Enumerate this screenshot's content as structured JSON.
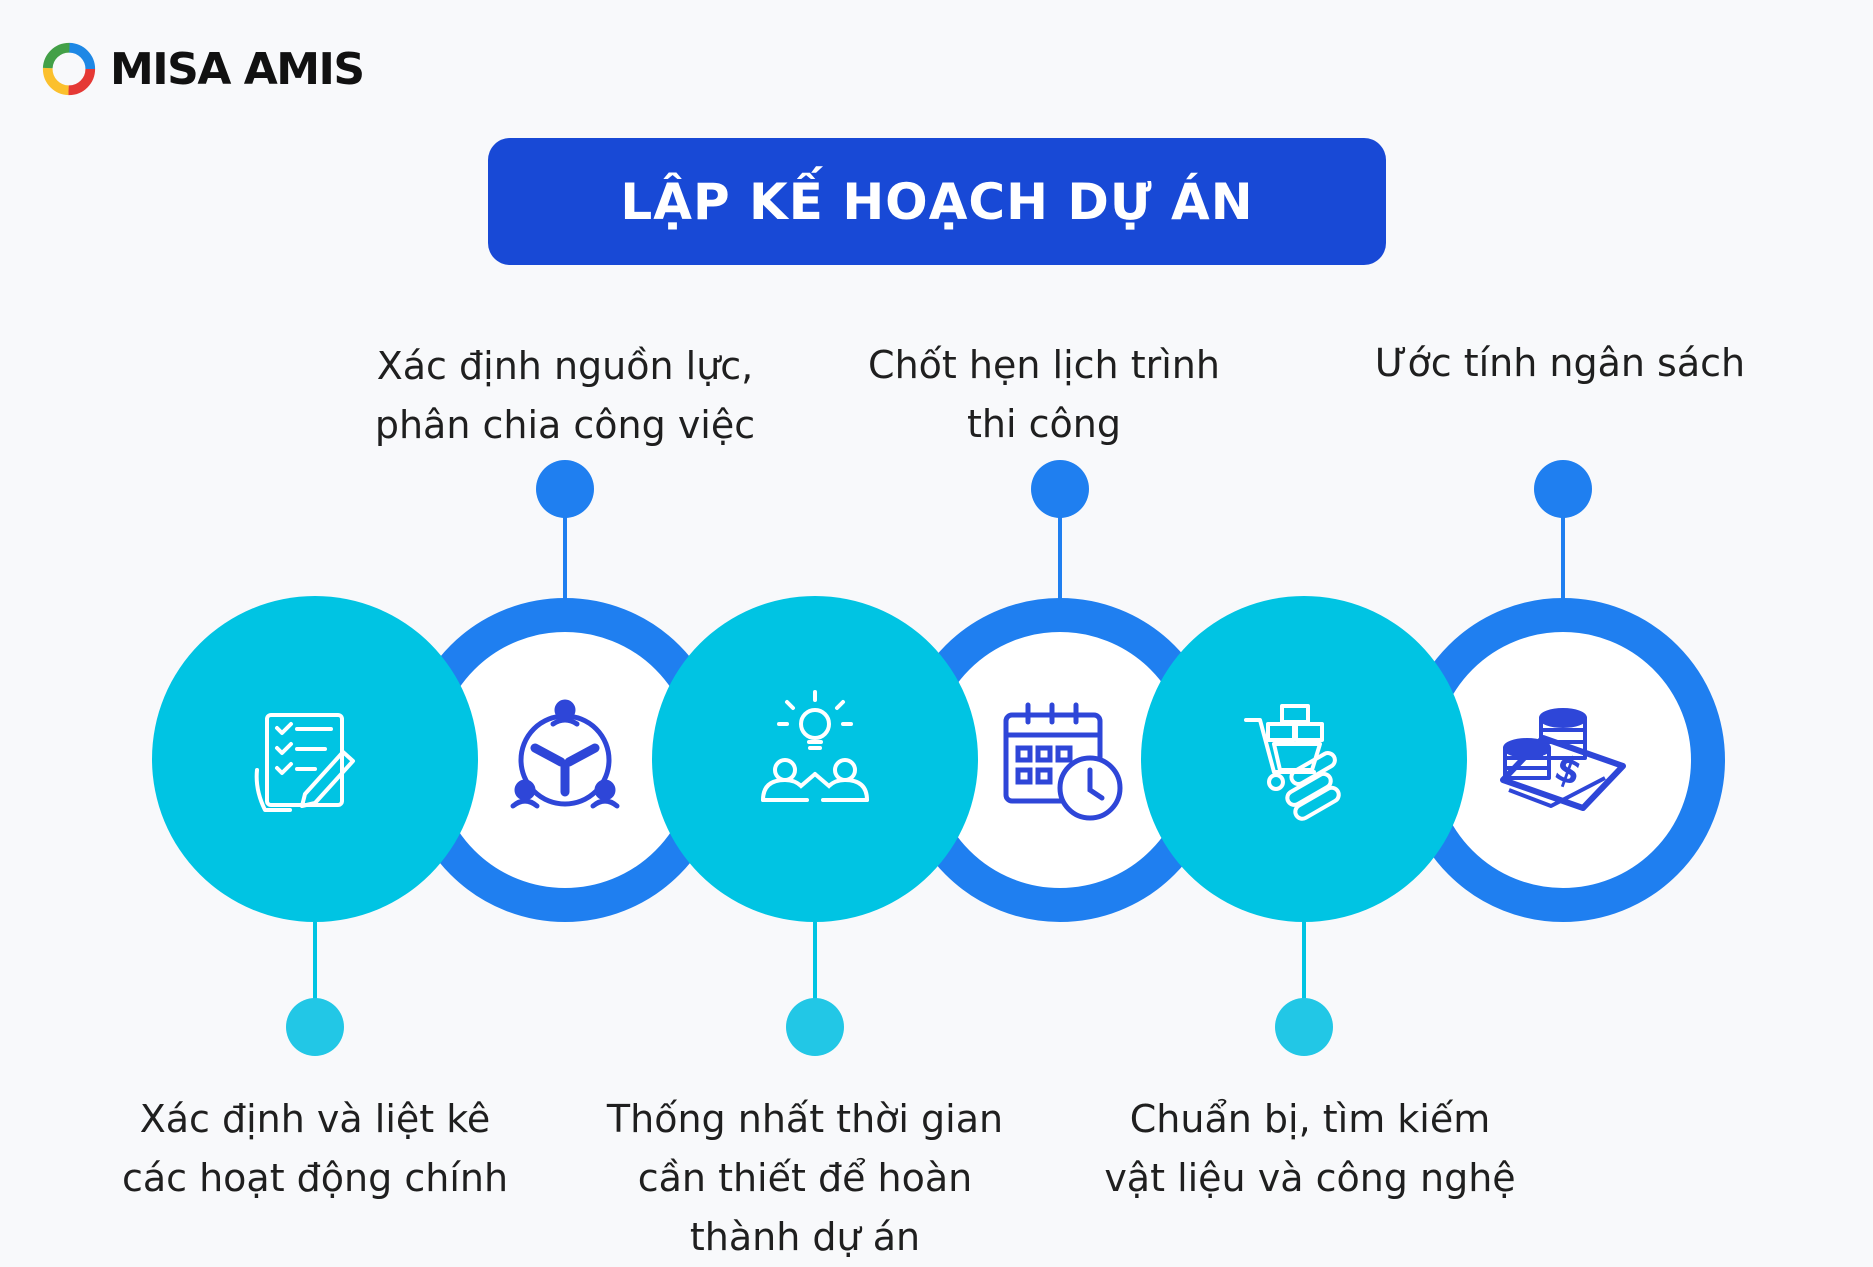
{
  "brand": {
    "logo_text": "MISA AMIS"
  },
  "title": "LẬP KẾ HOẠCH DỰ ÁN",
  "colors": {
    "title_bg": "#1849d6",
    "cyan": "#00c4e3",
    "blue_ring": "#1f7ff0",
    "icon_blue": "#2e46d8",
    "text": "#1f1f1f"
  },
  "steps": [
    {
      "label": "Xác định và liệt kê\ncác hoạt động chính",
      "icon": "checklist-edit-icon"
    },
    {
      "label": "Xác định nguồn lực,\nphân chia công việc",
      "icon": "team-collaboration-icon"
    },
    {
      "label": "Thống nhất thời gian\ncần thiết để hoàn\nthành dự án",
      "icon": "idea-team-icon"
    },
    {
      "label": "Chốt hẹn lịch trình\nthi công",
      "icon": "calendar-clock-icon"
    },
    {
      "label": "Chuẩn bị, tìm kiếm\nvật liệu và công nghệ",
      "icon": "materials-cart-icon"
    },
    {
      "label": "Ước tính ngân sách",
      "icon": "money-budget-icon"
    }
  ]
}
